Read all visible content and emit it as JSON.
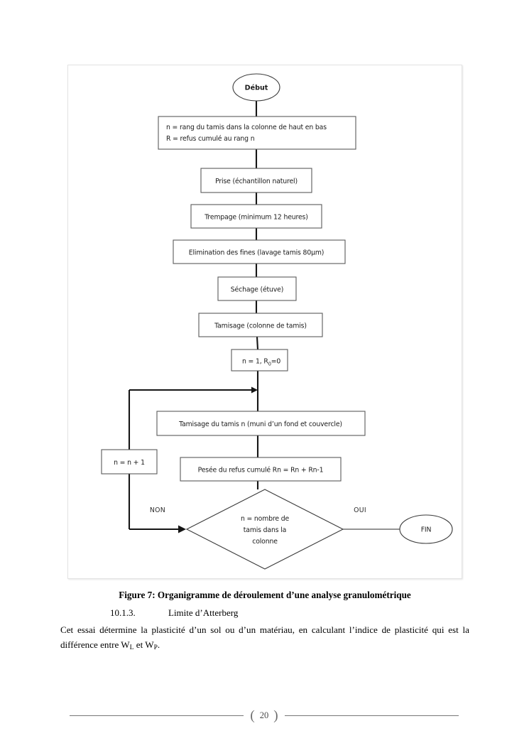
{
  "figure": {
    "title_prefix": "Figure 7:",
    "caption": "Figure 7: Organigramme de déroulement d’une analyse granulométrique",
    "nodes": {
      "start": {
        "label": "Début",
        "shape": "ellipse"
      },
      "definitions_line1": "n = rang du tamis dans la colonne de haut en bas",
      "definitions_line2": "R = refus cumulé au rang n",
      "prise": "Prise (échantillon naturel)",
      "trempage": "Trempage (minimum 12 heures)",
      "elimination": "Elimination des fines (lavage tamis 80µm)",
      "sechage": "Séchage (étuve)",
      "tamisage": "Tamisage (colonne de tamis)",
      "init_main": "n = 1, R",
      "init_sub": "0",
      "init_tail": "=0",
      "tamisage_n": "Tamisage du tamis n (muni d’un fond et couvercle)",
      "increment": "n = n + 1",
      "pesee": "Pesée du refus cumulé Rn = Rn + Rn-1",
      "decision_line1": "n = nombre de",
      "decision_line2": "tamis dans la",
      "decision_line3": "colonne",
      "end": {
        "label": "FIN",
        "shape": "ellipse"
      }
    },
    "edge_labels": {
      "no": "NON",
      "yes": "OUI"
    }
  },
  "document": {
    "heading": {
      "number": "10.1.3.",
      "text": "Limite d’Atterberg"
    },
    "paragraph": {
      "part1": "Cet essai détermine la plasticité d’un sol ou d’un matériau, en calculant l’indice de plasticité qui est la différence entre W",
      "sub1": "L",
      "part2": " et W",
      "sub2": "P",
      "part3": "."
    }
  },
  "footer": {
    "brace_left": "(",
    "page_number": "20",
    "brace_right": ")"
  }
}
